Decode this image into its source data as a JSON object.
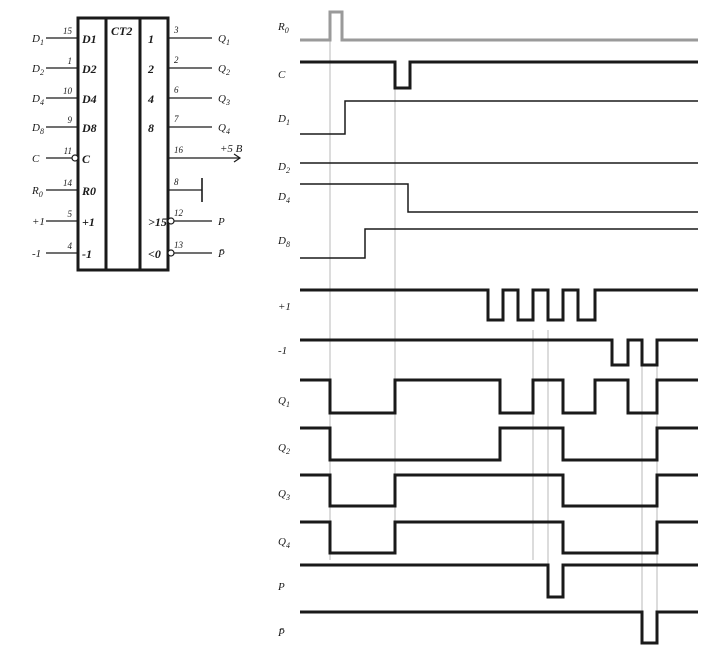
{
  "ic": {
    "title": "CT2",
    "left_pins": [
      {
        "signal": "D1",
        "pin": "15",
        "label": "D1",
        "sub": "1",
        "inv": false
      },
      {
        "signal": "D2",
        "pin": "1",
        "label": "D2",
        "sub": "2",
        "inv": false
      },
      {
        "signal": "D4",
        "pin": "10",
        "label": "D4",
        "sub": "4",
        "inv": false
      },
      {
        "signal": "D8",
        "pin": "9",
        "label": "D8",
        "sub": "8",
        "inv": false
      },
      {
        "signal": "C",
        "pin": "11",
        "label": "C",
        "sub": "",
        "inv": true
      },
      {
        "signal": "R0",
        "pin": "14",
        "label": "R0",
        "sub": "0",
        "inv": false
      },
      {
        "signal": "+1",
        "pin": "5",
        "label": "+1",
        "sub": "",
        "inv": false
      },
      {
        "signal": "-1",
        "pin": "4",
        "label": "-1",
        "sub": "",
        "inv": false
      }
    ],
    "right_pins": [
      {
        "label": "1",
        "pin": "3",
        "signal": "Q1",
        "inv": false
      },
      {
        "label": "2",
        "pin": "2",
        "signal": "Q2",
        "inv": false
      },
      {
        "label": "4",
        "pin": "6",
        "signal": "Q3",
        "inv": false
      },
      {
        "label": "8",
        "pin": "7",
        "signal": "Q4",
        "inv": false
      },
      {
        "label": "",
        "pin": "16",
        "signal": "+5 B",
        "inv": false
      },
      {
        "label": "",
        "pin": "8",
        "signal": "",
        "inv": false
      },
      {
        "label": ">15",
        "pin": "12",
        "signal": "P",
        "inv": true
      },
      {
        "label": "<0",
        "pin": "13",
        "signal": "P̄",
        "inv": true
      }
    ]
  },
  "timing": {
    "signals": [
      {
        "name": "R0",
        "sub": "0"
      },
      {
        "name": "C",
        "sub": ""
      },
      {
        "name": "D1",
        "sub": "1"
      },
      {
        "name": "D2",
        "sub": "2"
      },
      {
        "name": "D4",
        "sub": "4"
      },
      {
        "name": "D8",
        "sub": "8"
      },
      {
        "name": "+1",
        "sub": ""
      },
      {
        "name": "-1",
        "sub": ""
      },
      {
        "name": "Q1",
        "sub": "1"
      },
      {
        "name": "Q2",
        "sub": "2"
      },
      {
        "name": "Q3",
        "sub": "3"
      },
      {
        "name": "Q4",
        "sub": "4"
      },
      {
        "name": "P",
        "sub": ""
      },
      {
        "name": "P̄",
        "sub": ""
      }
    ]
  },
  "colors": {
    "ink": "#1a1a1a",
    "reset_trace": "#9a9a9a"
  }
}
